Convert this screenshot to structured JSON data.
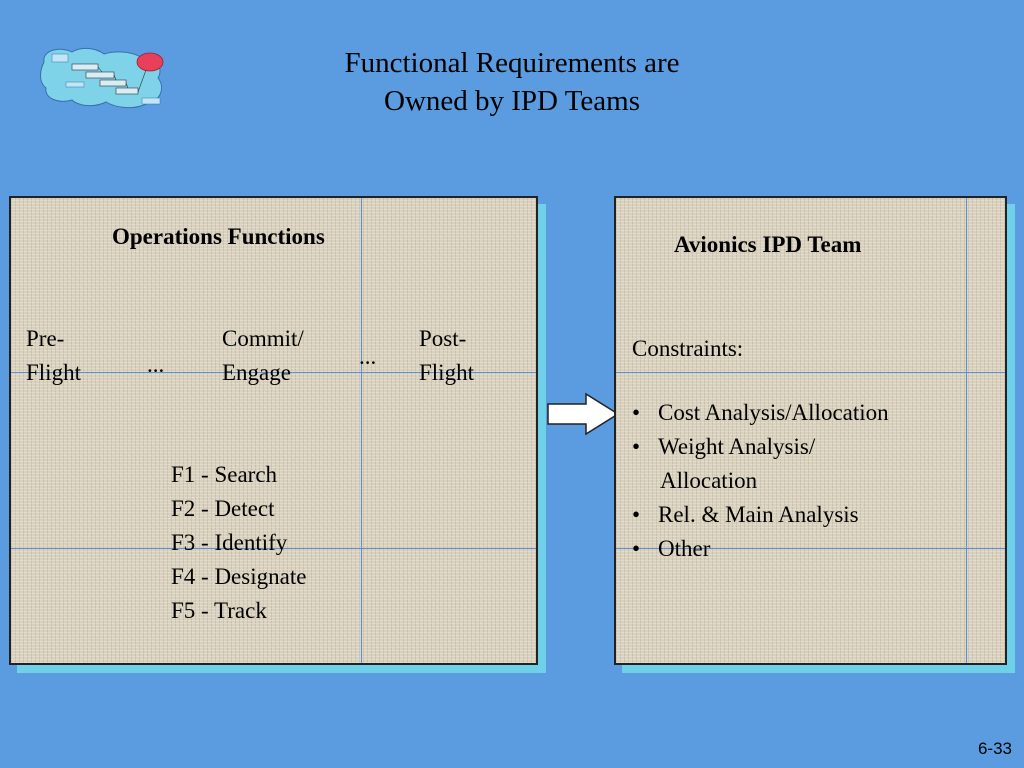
{
  "title": {
    "line1": "Functional Requirements are",
    "line2": "Owned by IPD Teams"
  },
  "left_panel": {
    "heading": "Operations Functions",
    "phases": [
      {
        "line1": "Pre-",
        "line2": "Flight"
      },
      {
        "line1": "Commit/",
        "line2": "Engage"
      },
      {
        "line1": "Post-",
        "line2": "Flight"
      }
    ],
    "ellipses": [
      "...",
      "..."
    ],
    "functions": [
      "F1 - Search",
      "F2 - Detect",
      "F3 - Identify",
      "F4 - Designate",
      "F5 - Track"
    ]
  },
  "right_panel": {
    "heading": "Avionics IPD Team",
    "constraints_label": "Constraints:",
    "bullet_char": "•",
    "items": [
      {
        "text": "Cost Analysis/Allocation"
      },
      {
        "text": "Weight Analysis/",
        "continuation": "Allocation"
      },
      {
        "text": "Rel. & Main Analysis"
      },
      {
        "text": "Other"
      }
    ]
  },
  "arrow_icon": "right-block-arrow-icon",
  "logo_icon": "process-map-logo-icon",
  "page_number": "6-33",
  "colors": {
    "background": "#5b9be0",
    "panel": "#d9d1bd",
    "panel_shadow": "#6fd0ea",
    "logo_land": "#7fd3e8",
    "logo_highlight": "#e8405a"
  }
}
